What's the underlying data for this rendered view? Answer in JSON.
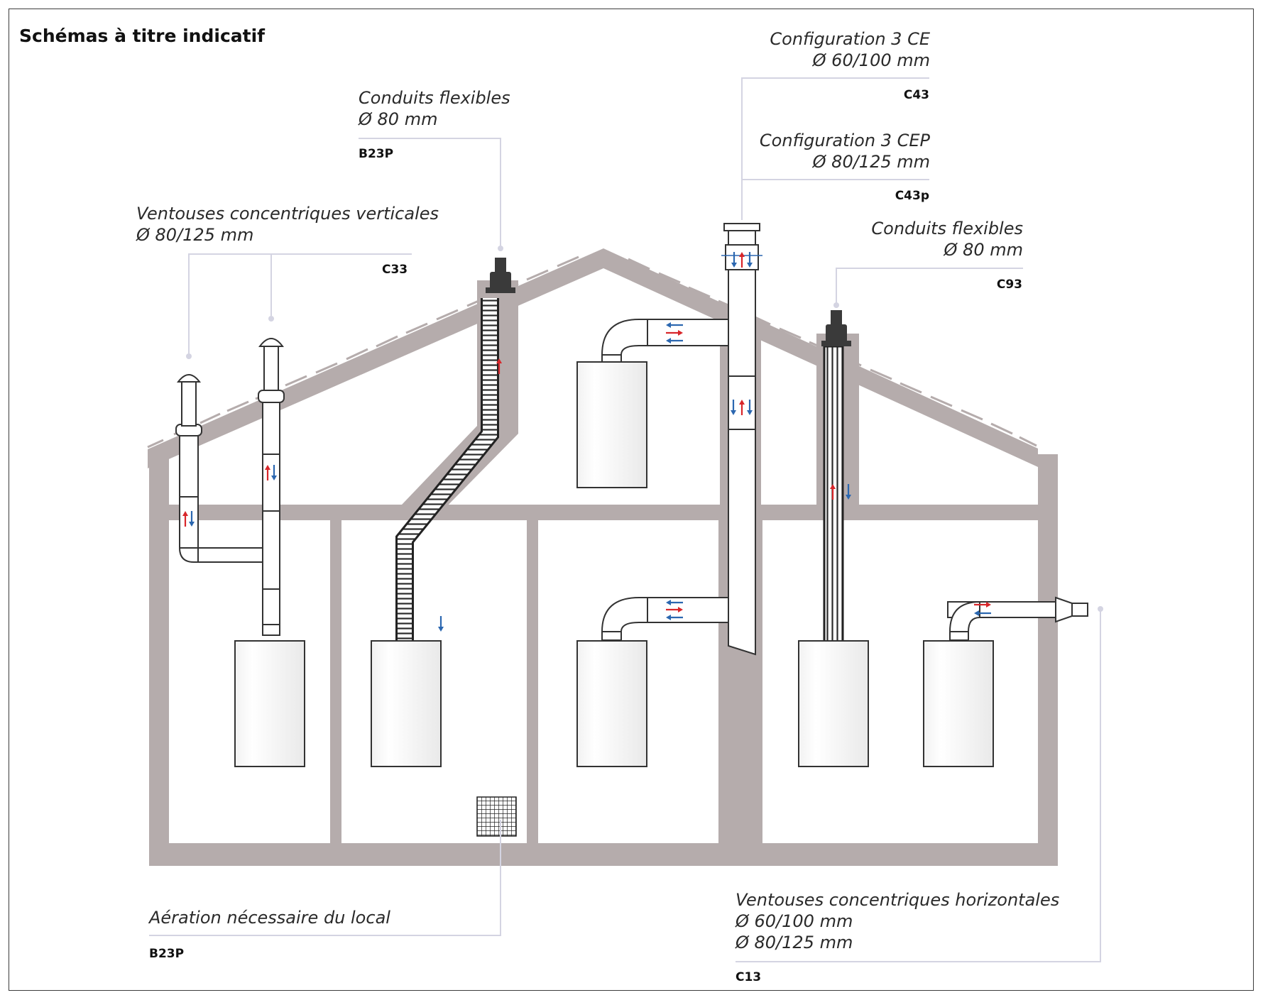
{
  "title": "Schémas à titre indicatif",
  "callouts": {
    "c43": {
      "line1": "Configuration 3 CE",
      "line2": "Ø 60/100 mm",
      "code": "C43"
    },
    "c43p": {
      "line1": "Configuration 3 CEP",
      "line2": "Ø 80/125 mm",
      "code": "C43p"
    },
    "b23p_top": {
      "line1": "Conduits flexibles",
      "line2": "Ø 80 mm",
      "code": "B23P"
    },
    "c33": {
      "line1": "Ventouses concentriques verticales",
      "line2": " Ø 80/125 mm",
      "code": "C33"
    },
    "c93": {
      "line1": "Conduits flexibles",
      "line2": "Ø 80 mm",
      "code": "C93"
    },
    "b23p_bottom": {
      "line1": "Aération nécessaire du local",
      "code": "B23P"
    },
    "c13": {
      "line1": "Ventouses concentriques horizontales",
      "line2": "Ø 60/100 mm",
      "line3": "Ø 80/125 mm",
      "code": "C13"
    }
  },
  "colors": {
    "wall": "#b5acac",
    "callout_line": "#d4d4e2",
    "arrow_supply": "#d8262a",
    "arrow_return": "#2b67b0",
    "terminal_dark": "#3a3a3a"
  }
}
